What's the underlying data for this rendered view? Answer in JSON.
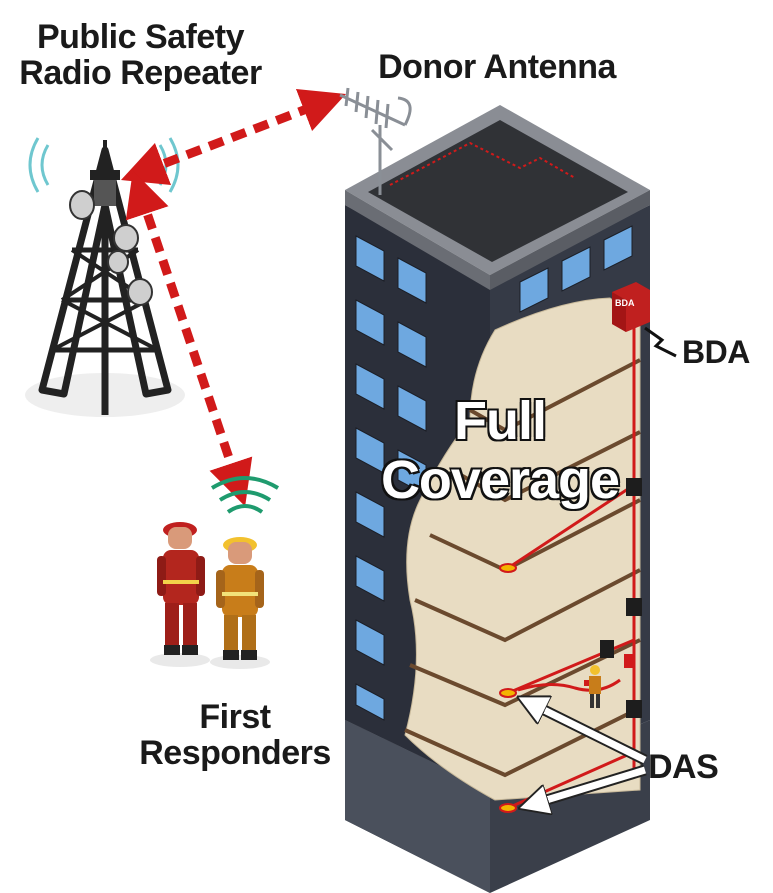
{
  "labels": {
    "repeater_line1": "Public Safety",
    "repeater_line2": "Radio Repeater",
    "donor_antenna": "Donor Antenna",
    "bda": "BDA",
    "bda_box": "BDA",
    "full_line1": "Full",
    "full_line2": "Coverage",
    "first_line1": "First",
    "first_line2": "Responders",
    "das": "DAS"
  },
  "colors": {
    "signal_red": "#d11a1a",
    "building_dark": "#2b2f3a",
    "window_blue": "#6ea8e0",
    "floor_beige": "#e8dcc2",
    "floor_edge": "#6b4a2e",
    "wave_green": "#1f9b6e",
    "tower_dark": "#222222"
  }
}
